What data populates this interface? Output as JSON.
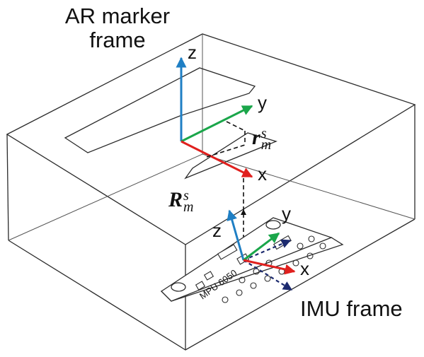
{
  "labels": {
    "ar_marker_frame_line1": "AR marker",
    "ar_marker_frame_line2": "frame",
    "imu_frame": "IMU frame",
    "chip": "MPU 6050"
  },
  "axes": {
    "marker": {
      "z": "z",
      "y": "y",
      "x": "x"
    },
    "imu": {
      "z": "z",
      "y": "y",
      "x": "x"
    }
  },
  "math": {
    "r_symbol": "r",
    "R_symbol": "R",
    "superscript": "s",
    "subscript": "m"
  },
  "colors": {
    "z_axis": "#1f7fc4",
    "y_axis": "#1aa64a",
    "x_axis": "#e0201e",
    "imu_dashed_axis": "#1c2a6e",
    "outline": "#2b2b2b"
  }
}
